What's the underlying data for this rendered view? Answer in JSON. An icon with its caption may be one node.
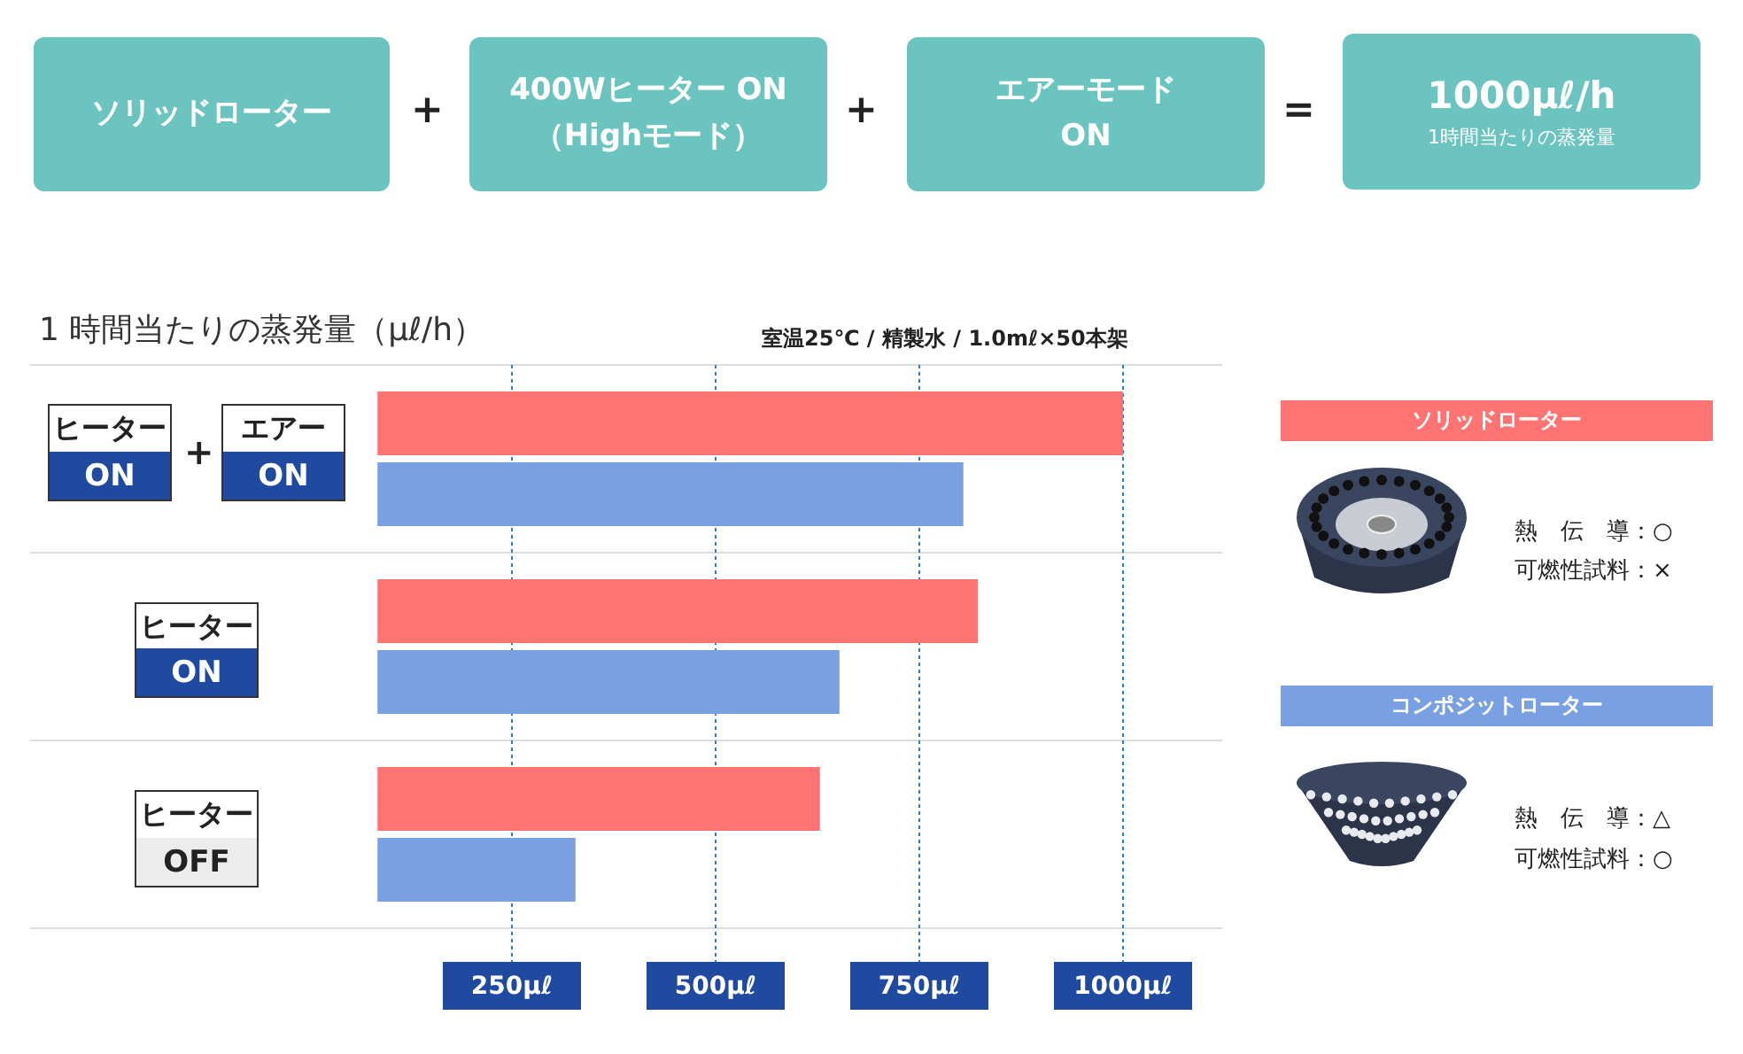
{
  "diagram": {
    "nodes": [
      {
        "text": [
          "ソリッドローター"
        ]
      },
      {
        "text": [
          "400Wヒーター ON （Highモード）"
        ]
      },
      {
        "text": [
          "エアーモード ON"
        ]
      },
      {
        "text": [
          "1000μℓ/h",
          "1時間当たりの蒸発量"
        ]
      },
      {
        "text": [
          "ヒーター",
          "ON"
        ]
      },
      {
        "text": [
          "エアー",
          "ON"
        ]
      },
      {
        "text": [
          "ヒーター",
          "ON"
        ]
      },
      {
        "text": [
          "ヒーター",
          "OFF"
        ]
      }
    ],
    "labels": [
      "+",
      "+",
      "=",
      "+",
      "室温25℃ / 精製水 / 1.0mℓ×50本架",
      "熱　伝　導：○",
      "可燃性試料：×",
      "熱　伝　導：△",
      "可燃性試料：○"
    ],
    "legend": [
      {
        "text": "ソリッドローター",
        "color": "#ff7373"
      },
      {
        "text": "コンポジットローター",
        "color": "#7aa0e4"
      }
    ],
    "chart_data": {
      "type": "bar",
      "orientation": "horizontal",
      "title": "1 時間当たりの蒸発量（μℓ/h）",
      "grid": true,
      "stacked": false,
      "xlim": [
        85,
        1122
      ],
      "xticks": [
        {
          "value": 250,
          "label": "250μℓ"
        },
        {
          "value": 500,
          "label": "500μℓ"
        },
        {
          "value": 750,
          "label": "750μℓ"
        },
        {
          "value": 1000,
          "label": "1000μℓ"
        }
      ],
      "series": [
        {
          "color": "#ff7373",
          "values": [
            1000,
            822,
            628
          ]
        },
        {
          "color": "#7aa0e4",
          "values": [
            804,
            652,
            328
          ]
        }
      ]
    }
  }
}
